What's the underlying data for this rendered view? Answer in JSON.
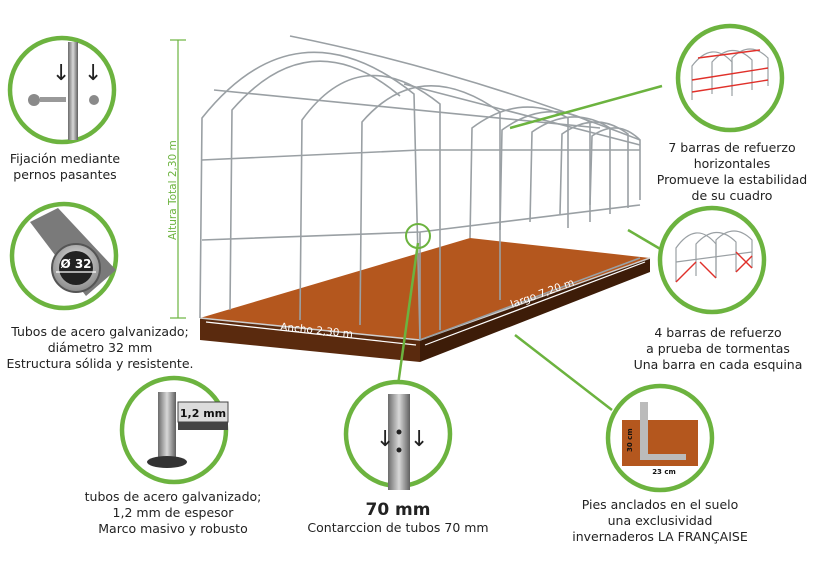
{
  "dimension_labels": {
    "height": "Altura Total 2,30 m",
    "width": "Ancho 2,30 m",
    "length": "largo 7,20 m"
  },
  "callouts": {
    "bolts": {
      "lines": [
        "Fijación mediante",
        "pernos pasantes"
      ]
    },
    "tube_diameter": {
      "badge": "Ø 32",
      "lines": [
        "Tubos de acero galvanizado;",
        "diámetro 32 mm",
        "Estructura sólida y resistente."
      ]
    },
    "thickness": {
      "badge": "1,2 mm",
      "lines": [
        "tubos de acero galvanizado;",
        "1,2 mm de espesor",
        "Marco masivo y robusto"
      ]
    },
    "contraction": {
      "title": "70 mm",
      "lines": [
        "Contarccion de tubos 70 mm"
      ]
    },
    "anchor": {
      "depth": "30 cm",
      "width": "23 cm",
      "lines": [
        "Pies anclados en el suelo",
        "una exclusividad",
        "invernaderos LA FRANÇAISE"
      ]
    },
    "horizontal_bars": {
      "lines": [
        "7 barras de refuerzo",
        "horizontales",
        "Promueve la estabilidad",
        "de su cuadro"
      ]
    },
    "storm_bars": {
      "lines": [
        "4 barras de refuerzo",
        "a prueba de tormentas",
        "Una barra en cada esquina"
      ]
    }
  },
  "colors": {
    "accent_green": "#6cb33f",
    "soil": "#b4571e",
    "soil_dark": "#5a2a0e",
    "frame": "#9aa0a4",
    "red_bar": "#e0302a"
  }
}
